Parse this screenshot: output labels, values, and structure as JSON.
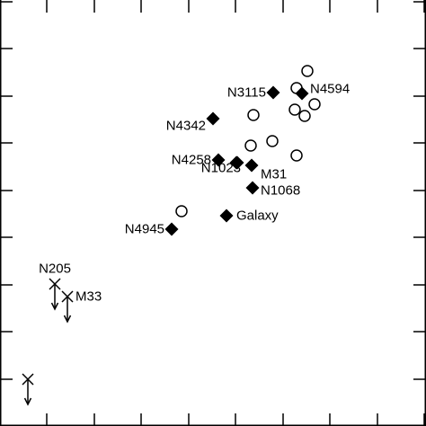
{
  "chart_data": {
    "type": "scatter",
    "title": "",
    "xlabel": "",
    "ylabel": "",
    "grid": false,
    "legend": "none",
    "axis_color": "#000000",
    "xlim": [
      0,
      474
    ],
    "ylim": [
      0,
      474
    ],
    "series": [
      {
        "marker": "filled-diamond",
        "points": [
          {
            "label": "N3115",
            "x": 304,
            "y": 371
          },
          {
            "label": "N4594",
            "x": 336,
            "y": 370
          },
          {
            "label": "N4342",
            "x": 237,
            "y": 342
          },
          {
            "label": "N4258",
            "x": 243,
            "y": 296
          },
          {
            "label": "",
            "x": 263,
            "y": 293
          },
          {
            "label": "M31",
            "x": 280,
            "y": 290
          },
          {
            "label": "N1023",
            "x": 264,
            "y": 293
          },
          {
            "label": "N1068",
            "x": 281,
            "y": 265
          },
          {
            "label": "Galaxy",
            "x": 252,
            "y": 234
          },
          {
            "label": "N4945",
            "x": 191,
            "y": 219
          }
        ]
      },
      {
        "marker": "open-circle",
        "points": [
          {
            "label": "",
            "x": 342,
            "y": 395
          },
          {
            "label": "",
            "x": 330,
            "y": 376
          },
          {
            "label": "",
            "x": 350,
            "y": 358
          },
          {
            "label": "",
            "x": 328,
            "y": 352
          },
          {
            "label": "",
            "x": 339,
            "y": 345
          },
          {
            "label": "",
            "x": 282,
            "y": 346
          },
          {
            "label": "",
            "x": 303,
            "y": 317
          },
          {
            "label": "",
            "x": 279,
            "y": 312
          },
          {
            "label": "",
            "x": 330,
            "y": 301
          },
          {
            "label": "",
            "x": 202,
            "y": 239
          }
        ]
      },
      {
        "marker": "cross-upper-limit",
        "points": [
          {
            "label": "N205",
            "x": 61,
            "y": 158
          },
          {
            "label": "M33",
            "x": 75,
            "y": 144
          },
          {
            "label": "",
            "x": 31,
            "y": 52
          }
        ]
      }
    ],
    "x_ticks": [
      0,
      52,
      105,
      157,
      210,
      262,
      315,
      367,
      420,
      472
    ],
    "y_ticks": [
      0,
      52,
      105,
      157,
      210,
      262,
      315,
      367,
      420,
      472
    ]
  }
}
